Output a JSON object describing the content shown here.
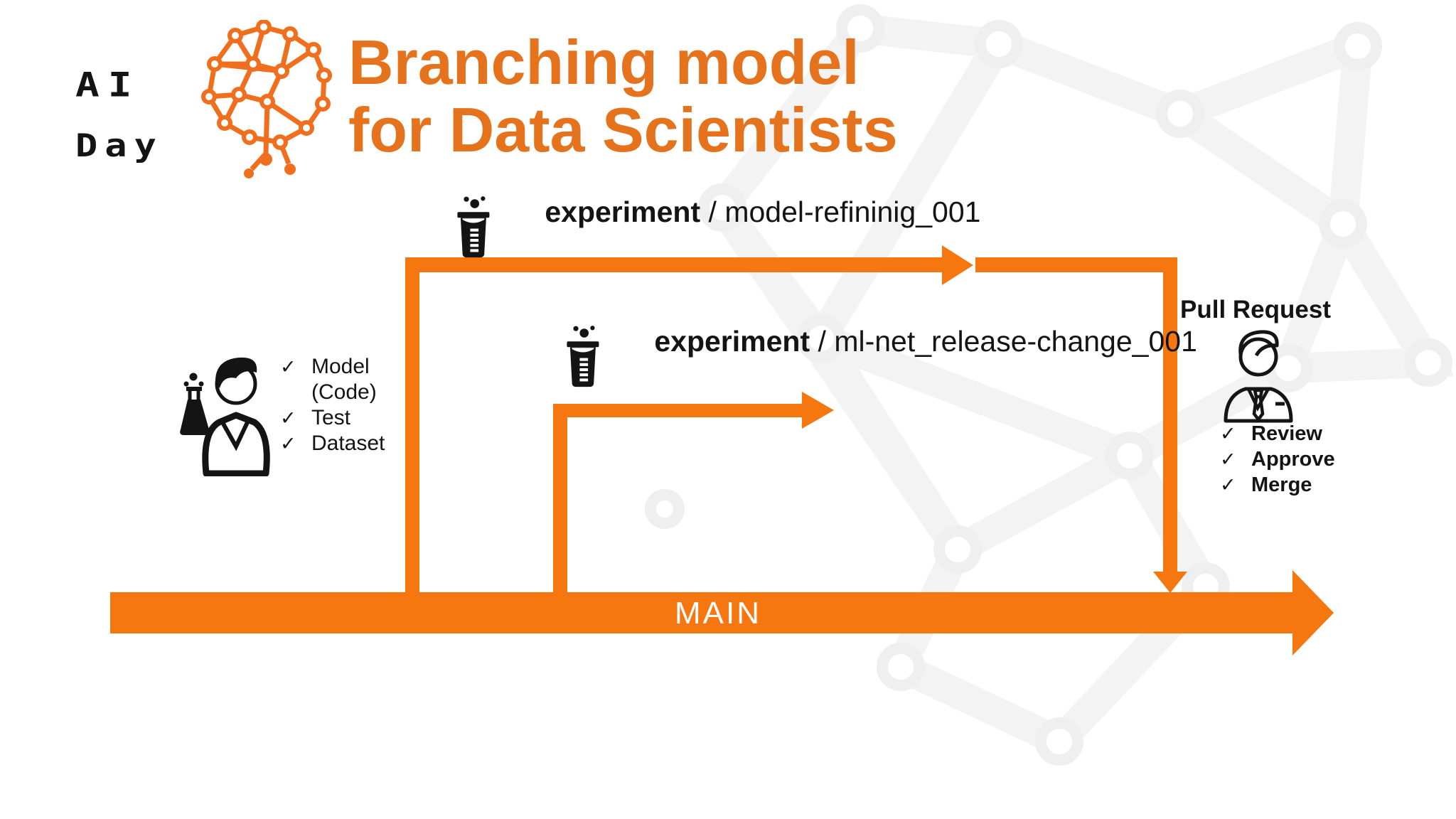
{
  "colors": {
    "title_orange": "#E5731D",
    "arrow_orange": "#F6760F",
    "logo_orange": "#F06F1E",
    "ink": "#141414",
    "main_label_color": "#ffffff"
  },
  "logo": {
    "line1": "AI",
    "line2": "Day"
  },
  "title": {
    "line1": "Branching model",
    "line2": "for Data Scientists"
  },
  "branch1": {
    "prefix": "experiment",
    "separator": " / ",
    "name": "model-refininig_001"
  },
  "branch2": {
    "prefix": "experiment",
    "separator": " / ",
    "name": "ml-net_release-change_001"
  },
  "main": {
    "label": "MAIN"
  },
  "scientist_checklist": {
    "items": [
      {
        "check": "✓",
        "label": "Model"
      },
      {
        "check": "",
        "label": "(Code)"
      },
      {
        "check": "✓",
        "label": "Test"
      },
      {
        "check": "✓",
        "label": "Dataset"
      }
    ]
  },
  "pull_request": {
    "title": "Pull Request",
    "items": [
      {
        "check": "✓",
        "label": "Review"
      },
      {
        "check": "✓",
        "label": "Approve"
      },
      {
        "check": "✓",
        "label": "Merge"
      }
    ]
  }
}
